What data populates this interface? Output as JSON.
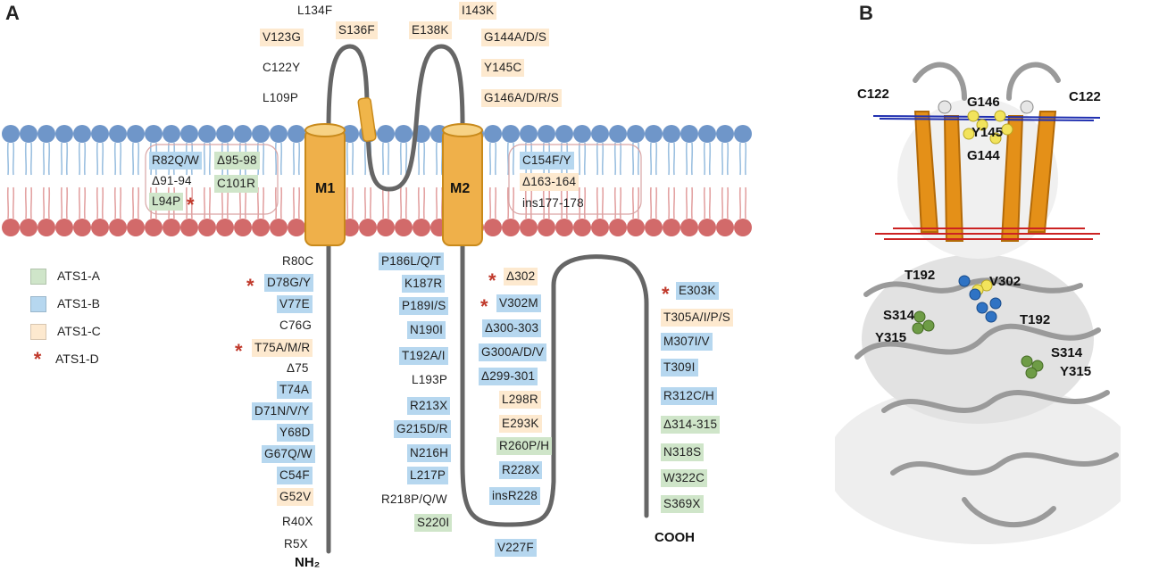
{
  "panels": {
    "a": "A",
    "b": "B"
  },
  "helices": {
    "m1": "M1",
    "m2": "M2"
  },
  "termini": {
    "n": "NH₂",
    "c": "COOH"
  },
  "legend": [
    {
      "label": "ATS1-A",
      "kind": "swatch",
      "color": "#cfe5c9"
    },
    {
      "label": "ATS1-B",
      "kind": "swatch",
      "color": "#b6d7ef"
    },
    {
      "label": "ATS1-C",
      "kind": "swatch",
      "color": "#fde9cf"
    },
    {
      "label": "ATS1-D",
      "kind": "star",
      "color": "#c0392b"
    }
  ],
  "mutations": {
    "loop_top": [
      {
        "text": "L134F",
        "cls": "none"
      },
      {
        "text": "V123G",
        "cls": "C"
      },
      {
        "text": "S136F",
        "cls": "C"
      },
      {
        "text": "E138K",
        "cls": "C"
      },
      {
        "text": "I143K",
        "cls": "C"
      },
      {
        "text": "G144A/D/S",
        "cls": "C"
      },
      {
        "text": "C122Y",
        "cls": "none"
      },
      {
        "text": "Y145C",
        "cls": "C"
      },
      {
        "text": "L109P",
        "cls": "none"
      },
      {
        "text": "G146A/D/R/S",
        "cls": "C"
      }
    ],
    "membrane_left": [
      {
        "text": "R82Q/W",
        "cls": "B"
      },
      {
        "text": "Δ95-98",
        "cls": "A"
      },
      {
        "text": "Δ91-94",
        "cls": "none"
      },
      {
        "text": "C101R",
        "cls": "A"
      },
      {
        "text": "L94P",
        "cls": "A"
      }
    ],
    "membrane_right": [
      {
        "text": "C154F/Y",
        "cls": "B"
      },
      {
        "text": "Δ163-164",
        "cls": "C"
      },
      {
        "text": "ins177-178",
        "cls": "none"
      }
    ],
    "nterm": [
      {
        "text": "R80C",
        "cls": "none"
      },
      {
        "text": "D78G/Y",
        "cls": "B"
      },
      {
        "text": "V77E",
        "cls": "B"
      },
      {
        "text": "C76G",
        "cls": "none"
      },
      {
        "text": "T75A/M/R",
        "cls": "C"
      },
      {
        "text": "Δ75",
        "cls": "none"
      },
      {
        "text": "T74A",
        "cls": "B"
      },
      {
        "text": "D71N/V/Y",
        "cls": "B"
      },
      {
        "text": "Y68D",
        "cls": "B"
      },
      {
        "text": "G67Q/W",
        "cls": "B"
      },
      {
        "text": "C54F",
        "cls": "B"
      },
      {
        "text": "G52V",
        "cls": "C"
      },
      {
        "text": "R40X",
        "cls": "none"
      },
      {
        "text": "R5X",
        "cls": "none"
      }
    ],
    "cyto_mid": [
      {
        "text": "P186L/Q/T",
        "cls": "B"
      },
      {
        "text": "K187R",
        "cls": "B"
      },
      {
        "text": "P189I/S",
        "cls": "B"
      },
      {
        "text": "N190I",
        "cls": "B"
      },
      {
        "text": "T192A/I",
        "cls": "B"
      },
      {
        "text": "L193P",
        "cls": "none"
      },
      {
        "text": "R213X",
        "cls": "B"
      },
      {
        "text": "G215D/R",
        "cls": "B"
      },
      {
        "text": "N216H",
        "cls": "B"
      },
      {
        "text": "L217P",
        "cls": "B"
      },
      {
        "text": "R218P/Q/W",
        "cls": "none"
      },
      {
        "text": "S220I",
        "cls": "A"
      }
    ],
    "cyto_right1": [
      {
        "text": "Δ302",
        "cls": "C"
      },
      {
        "text": "V302M",
        "cls": "B"
      },
      {
        "text": "Δ300-303",
        "cls": "B"
      },
      {
        "text": "G300A/D/V",
        "cls": "B"
      },
      {
        "text": "Δ299-301",
        "cls": "B"
      },
      {
        "text": "L298R",
        "cls": "C"
      },
      {
        "text": "E293K",
        "cls": "C"
      },
      {
        "text": "R260P/H",
        "cls": "A"
      },
      {
        "text": "R228X",
        "cls": "B"
      },
      {
        "text": "insR228",
        "cls": "B"
      },
      {
        "text": "V227F",
        "cls": "B"
      }
    ],
    "cterm": [
      {
        "text": "E303K",
        "cls": "B"
      },
      {
        "text": "T305A/I/P/S",
        "cls": "C"
      },
      {
        "text": "M307I/V",
        "cls": "B"
      },
      {
        "text": "T309I",
        "cls": "B"
      },
      {
        "text": "R312C/H",
        "cls": "B"
      },
      {
        "text": "Δ314-315",
        "cls": "A"
      },
      {
        "text": "N318S",
        "cls": "A"
      },
      {
        "text": "W322C",
        "cls": "A"
      },
      {
        "text": "S369X",
        "cls": "A"
      }
    ]
  },
  "structure_labels": {
    "c122_left": "C122",
    "c122_right": "C122",
    "g146": "G146",
    "y145": "Y145",
    "g144": "G144",
    "t192_top": "T192",
    "v302": "V302",
    "t192_right": "T192",
    "s314_left": "S314",
    "y315_left": "Y315",
    "s314_right": "S314",
    "y315_right": "Y315"
  }
}
